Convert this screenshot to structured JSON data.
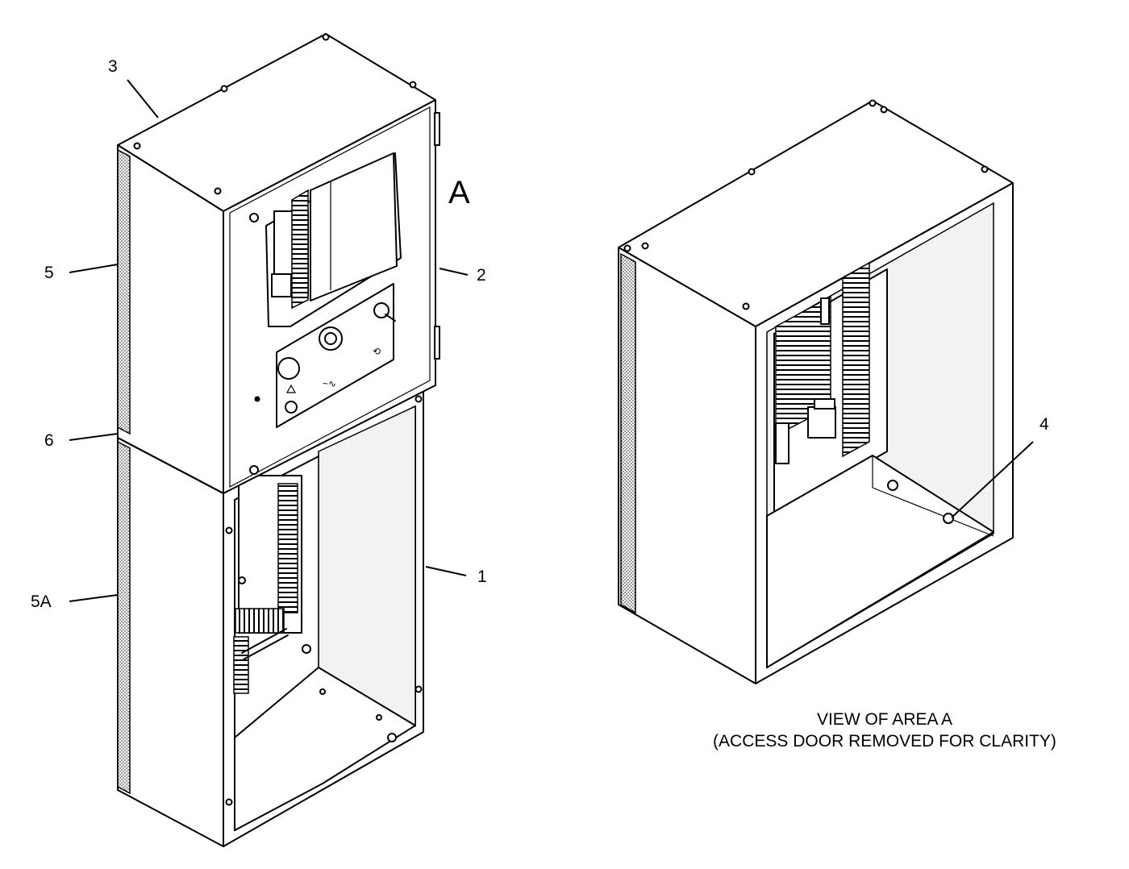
{
  "diagram": {
    "callouts": {
      "c1": "1",
      "c2": "2",
      "c3": "3",
      "c4": "4",
      "c5": "5",
      "c5a": "5A",
      "c6": "6"
    },
    "area_label": "A",
    "caption_line1": "VIEW OF AREA A",
    "caption_line2": "(ACCESS DOOR REMOVED FOR CLARITY)"
  }
}
